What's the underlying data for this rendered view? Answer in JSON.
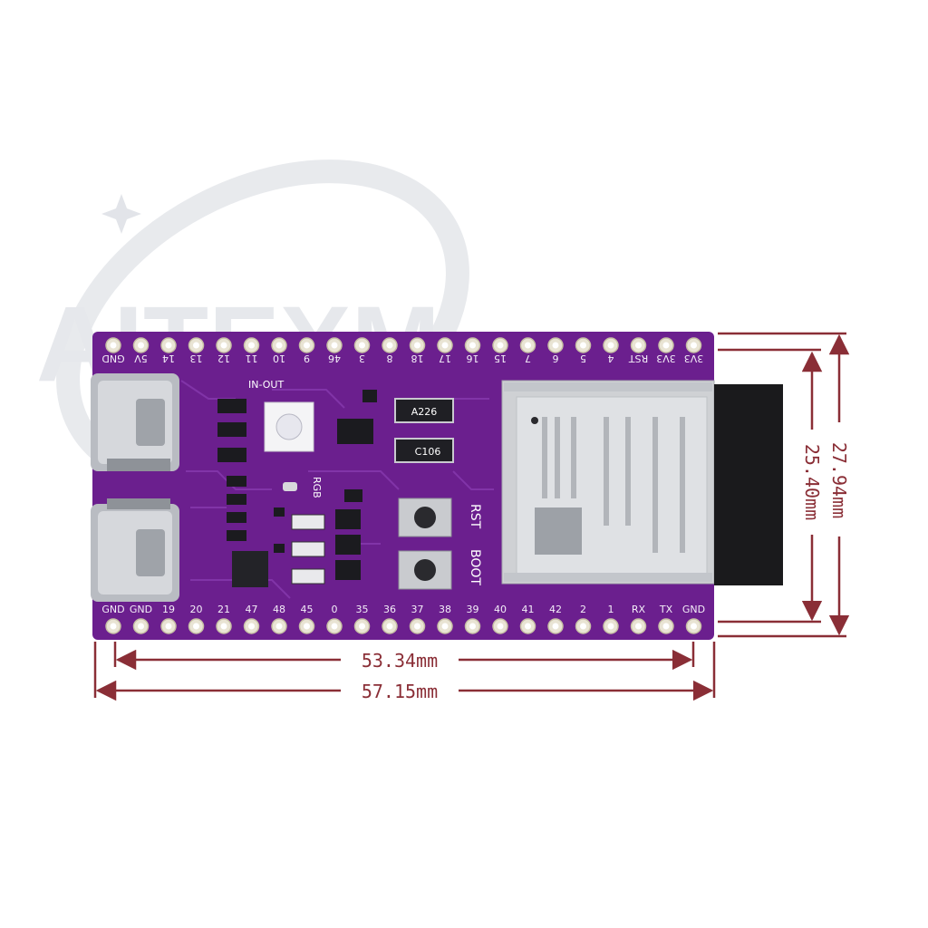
{
  "watermark": {
    "text": "AITEXM"
  },
  "board": {
    "pcb_color": "#6b1f8e",
    "top_pins": [
      "GND",
      "5V",
      "14",
      "13",
      "12",
      "11",
      "10",
      "9",
      "46",
      "3",
      "8",
      "18",
      "17",
      "16",
      "15",
      "7",
      "6",
      "5",
      "4",
      "RST",
      "3V3",
      "3V3"
    ],
    "bottom_pins": [
      "GND",
      "GND",
      "19",
      "20",
      "21",
      "47",
      "48",
      "45",
      "0",
      "35",
      "36",
      "37",
      "38",
      "39",
      "40",
      "41",
      "42",
      "2",
      "1",
      "RX",
      "TX",
      "GND"
    ],
    "silkscreen": {
      "in_out": "IN-OUT",
      "rgb": "RGB",
      "rst": "RST",
      "boot": "BOOT",
      "inductor": "A226",
      "capacitor": "C106"
    }
  },
  "dimensions": {
    "length_inner": "53.34mm",
    "length_outer": "57.15mm",
    "width_inner": "25.40mm",
    "width_outer": "27.94mm",
    "line_color": "#8a2e36"
  }
}
